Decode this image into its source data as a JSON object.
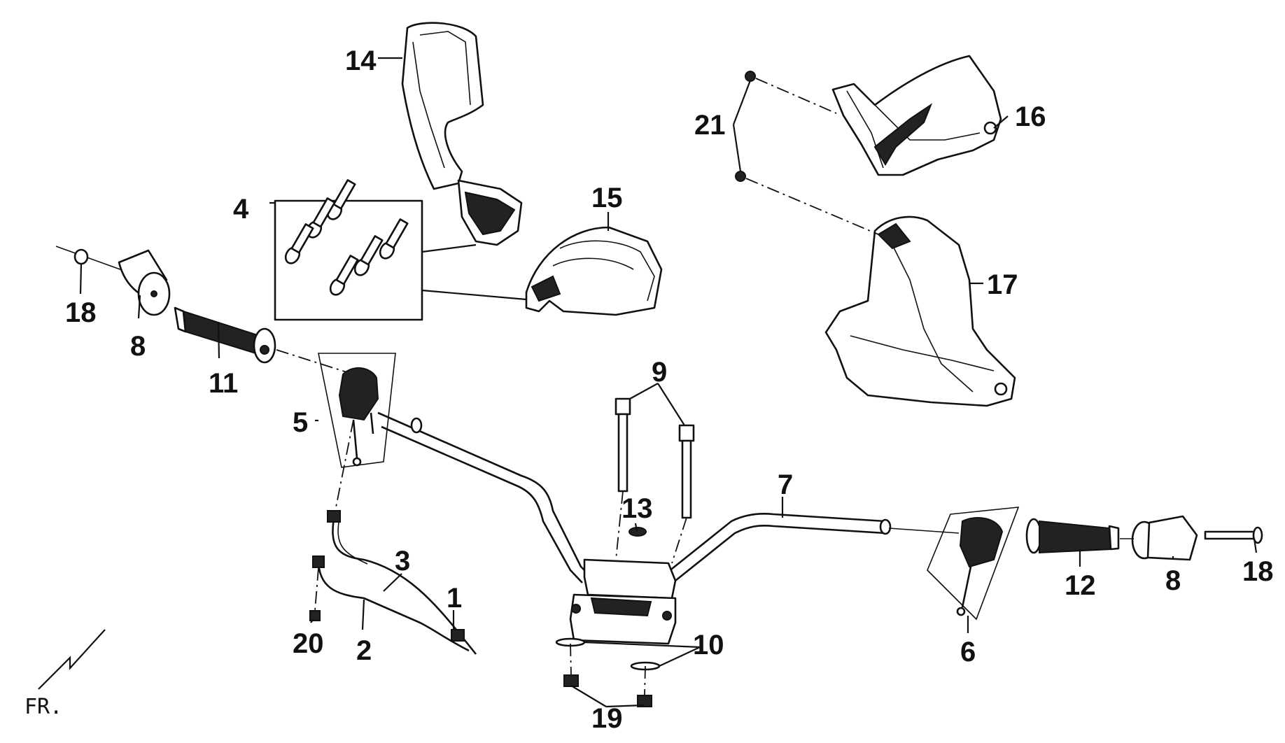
{
  "callouts": {
    "c1": "1",
    "c2": "2",
    "c3": "3",
    "c4": "4",
    "c5": "5",
    "c6": "6",
    "c7": "7",
    "c8a": "8",
    "c8b": "8",
    "c9": "9",
    "c10": "10",
    "c11": "11",
    "c12": "12",
    "c13": "13",
    "c14": "14",
    "c15": "15",
    "c16": "16",
    "c17": "17",
    "c18a": "18",
    "c18b": "18",
    "c19": "19",
    "c20": "20",
    "c21": "21"
  },
  "direction_label": "FR."
}
